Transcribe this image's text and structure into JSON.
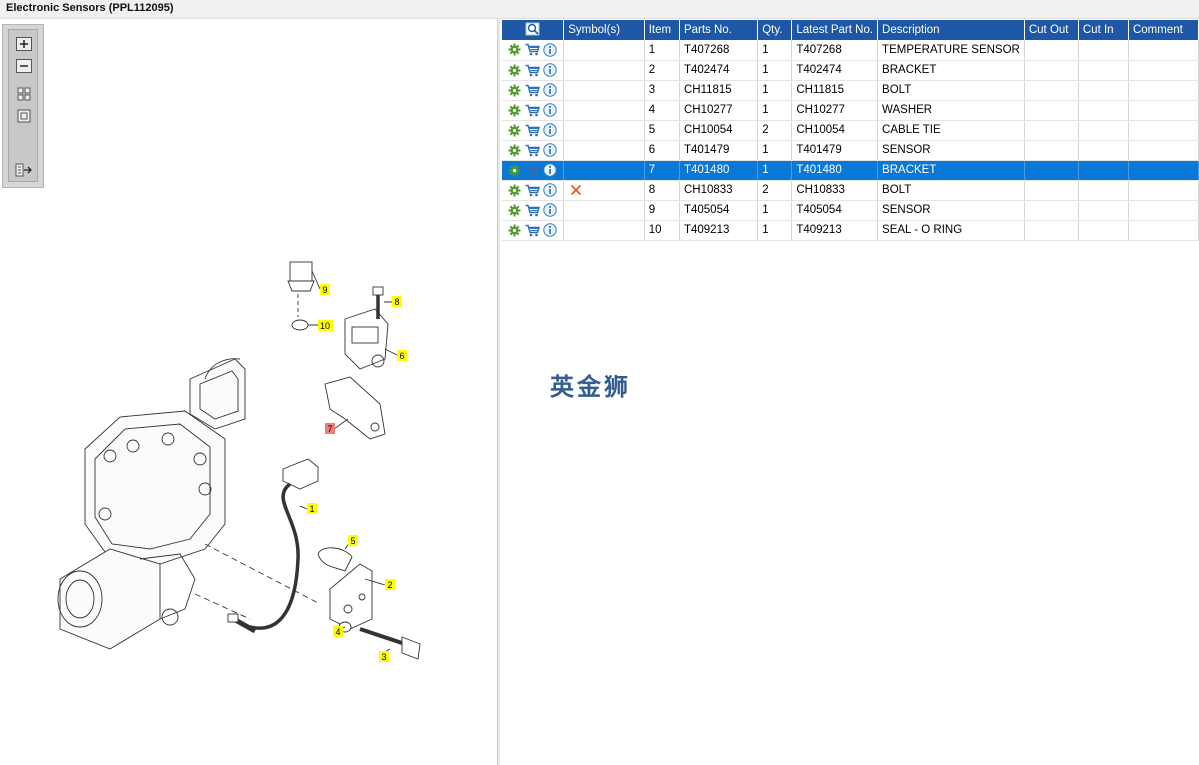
{
  "window": {
    "title": "Electronic Sensors (PPL112095)"
  },
  "table": {
    "columns": [
      "",
      "Symbol(s)",
      "Item",
      "Parts No.",
      "Qty.",
      "Latest Part No.",
      "Description",
      "Cut Out",
      "Cut In",
      "Comment"
    ],
    "rows": [
      {
        "item": "1",
        "parts_no": "T407268",
        "qty": "1",
        "latest": "T407268",
        "desc": "TEMPERATURE SENSOR",
        "symbol": ""
      },
      {
        "item": "2",
        "parts_no": "T402474",
        "qty": "1",
        "latest": "T402474",
        "desc": "BRACKET",
        "symbol": ""
      },
      {
        "item": "3",
        "parts_no": "CH11815",
        "qty": "1",
        "latest": "CH11815",
        "desc": "BOLT",
        "symbol": ""
      },
      {
        "item": "4",
        "parts_no": "CH10277",
        "qty": "1",
        "latest": "CH10277",
        "desc": "WASHER",
        "symbol": ""
      },
      {
        "item": "5",
        "parts_no": "CH10054",
        "qty": "2",
        "latest": "CH10054",
        "desc": "CABLE TIE",
        "symbol": ""
      },
      {
        "item": "6",
        "parts_no": "T401479",
        "qty": "1",
        "latest": "T401479",
        "desc": "SENSOR",
        "symbol": ""
      },
      {
        "item": "7",
        "parts_no": "T401480",
        "qty": "1",
        "latest": "T401480",
        "desc": "BRACKET",
        "symbol": "",
        "selected": true
      },
      {
        "item": "8",
        "parts_no": "CH10833",
        "qty": "2",
        "latest": "CH10833",
        "desc": "BOLT",
        "symbol": "cross-icon"
      },
      {
        "item": "9",
        "parts_no": "T405054",
        "qty": "1",
        "latest": "T405054",
        "desc": "SENSOR",
        "symbol": ""
      },
      {
        "item": "10",
        "parts_no": "T409213",
        "qty": "1",
        "latest": "T409213",
        "desc": "SEAL - O RING",
        "symbol": ""
      }
    ]
  },
  "toolbox": {
    "buttons": [
      "zoom-in-icon",
      "zoom-out-icon",
      "fit-all-icon",
      "fit-window-icon",
      "export-icon"
    ]
  },
  "diagram": {
    "callouts": [
      "1",
      "2",
      "3",
      "4",
      "5",
      "6",
      "7",
      "8",
      "9",
      "10"
    ],
    "highlighted_callout": "7"
  },
  "watermark": "英金狮",
  "colors": {
    "header_bg": "#1d57a5",
    "selected_row": "#0a78d7",
    "callout": "#ffff00",
    "callout_selected": "#f07c7c",
    "gear": "#4c9a2a",
    "cart": "#2d6fb6",
    "info": "#2f7fc6",
    "cross": "#e8501a"
  }
}
